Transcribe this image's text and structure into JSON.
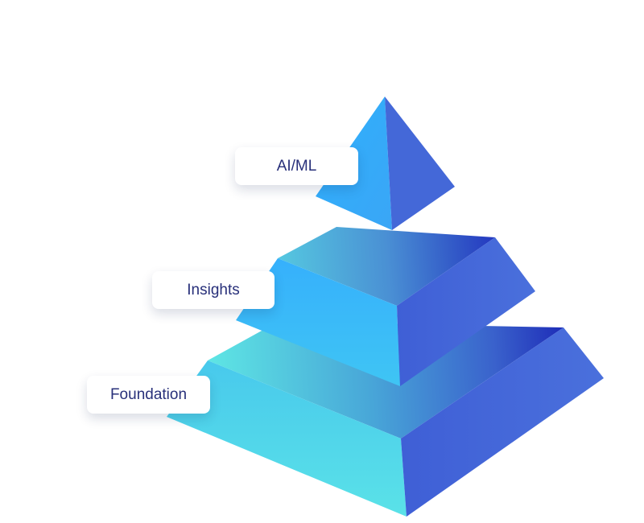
{
  "layers": {
    "top": {
      "label": "AI/ML"
    },
    "middle": {
      "label": "Insights"
    },
    "bottom": {
      "label": "Foundation"
    }
  },
  "colors": {
    "label_text": "#28307a",
    "front_light": "#5adfe8",
    "front_mid": "#38b6fc",
    "right_face": "#4468d8",
    "top_dark": "#1e2db8",
    "background": "#ffffff"
  }
}
